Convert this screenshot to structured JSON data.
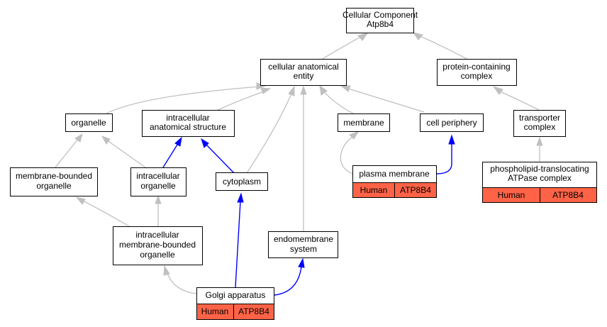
{
  "nodes": {
    "cc_atp8b4": {
      "line1": "Cellular Component",
      "line2": "Atp8b4"
    },
    "cellular_anatomical_entity": {
      "line1": "cellular anatomical",
      "line2": "entity"
    },
    "protein_containing_complex": {
      "line1": "protein-containing",
      "line2": "complex"
    },
    "organelle": {
      "line1": "organelle"
    },
    "intracellular_anatomical_structure": {
      "line1": "intracellular",
      "line2": "anatomical structure"
    },
    "membrane": {
      "line1": "membrane"
    },
    "cell_periphery": {
      "line1": "cell periphery"
    },
    "transporter_complex": {
      "line1": "transporter",
      "line2": "complex"
    },
    "membrane_bounded_organelle": {
      "line1": "membrane-bounded",
      "line2": "organelle"
    },
    "intracellular_organelle": {
      "line1": "intracellular",
      "line2": "organelle"
    },
    "cytoplasm": {
      "line1": "cytoplasm"
    },
    "plasma_membrane": {
      "line1": "plasma membrane",
      "species": "Human",
      "gene": "ATP8B4"
    },
    "phospholipid_translocating_atpase_complex": {
      "line1": "phospholipid-translocating",
      "line2": "ATPase complex",
      "species": "Human",
      "gene": "ATP8B4"
    },
    "intracellular_membrane_bounded_organelle": {
      "line1": "intracellular",
      "line2": "membrane-bounded",
      "line3": "organelle"
    },
    "endomembrane_system": {
      "line1": "endomembrane",
      "line2": "system"
    },
    "golgi_apparatus": {
      "line1": "Golgi apparatus",
      "species": "Human",
      "gene": "ATP8B4"
    }
  },
  "colors": {
    "is_a_edge": "#c0c0c0",
    "part_of_edge": "#0000ff",
    "annotation_fill": "#ff6347"
  }
}
